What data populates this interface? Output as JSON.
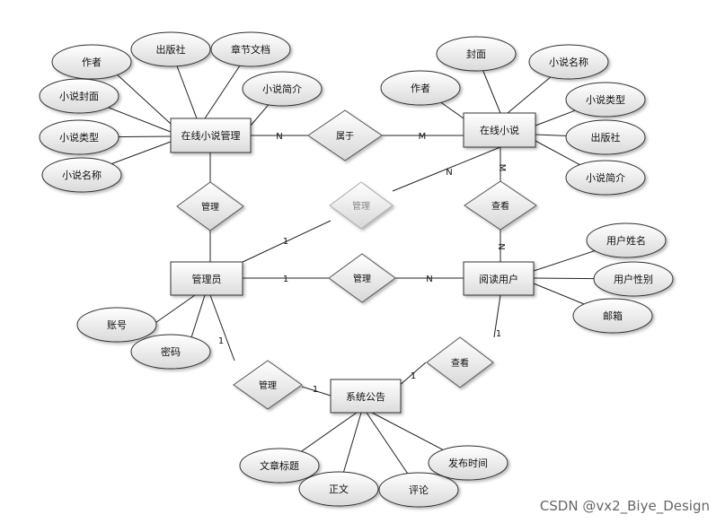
{
  "entities": {
    "novel_mgmt": "在线小说管理",
    "online_novel": "在线小说",
    "admin": "管理员",
    "reader": "阅读用户",
    "notice": "系统公告"
  },
  "relations": {
    "belongs": "属于",
    "manage_novel": "管理",
    "manage_diag": "管理",
    "view_novel": "查看",
    "manage_user": "管理",
    "manage_notice": "管理",
    "view_notice": "查看"
  },
  "attributes": {
    "novel_mgmt": [
      "作者",
      "出版社",
      "章节文档",
      "小说简介",
      "小说封面",
      "小说类型",
      "小说名称"
    ],
    "online_novel": [
      "封面",
      "小说名称",
      "作者",
      "小说类型",
      "出版社",
      "小说简介"
    ],
    "admin": [
      "账号",
      "密码"
    ],
    "reader": [
      "用户姓名",
      "用户性别",
      "邮箱"
    ],
    "notice": [
      "文章标题",
      "正文",
      "评论",
      "发布时间"
    ]
  },
  "cardinalities": {
    "belongs_left": "N",
    "belongs_right": "M",
    "diag_admin": "1",
    "diag_novel": "N",
    "novel_view": "M",
    "view_reader": "N",
    "admin_user": "1",
    "user_reader": "N",
    "admin_notice_a": "1",
    "admin_notice_b": "1",
    "reader_notice_a": "1",
    "reader_notice_b": "1"
  },
  "watermark": "CSDN @vx2_Biye_Design"
}
